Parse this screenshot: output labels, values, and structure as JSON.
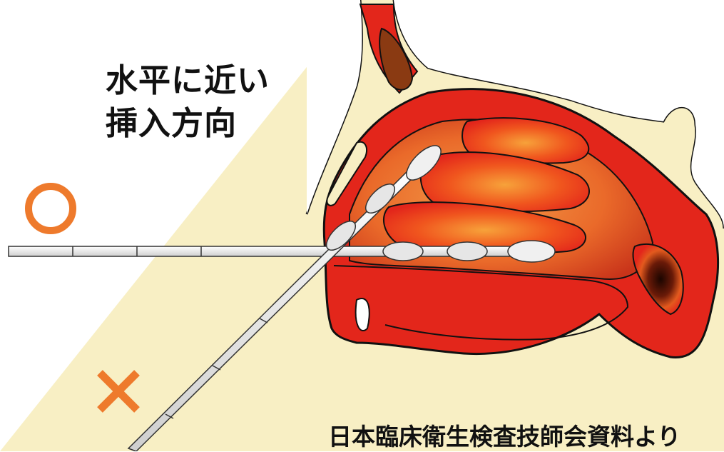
{
  "diagram": {
    "title_line_1": "水平に近い",
    "title_line_2": "挿入方向",
    "source_note": "日本臨床衛生検査技師会資料より",
    "correct_mark_label": "○",
    "incorrect_mark_label": "×",
    "correct_mark_meaning": "",
    "incorrect_mark_meaning": ""
  },
  "colors": {
    "skin": "#f8efc4",
    "skin_outline": "#111111",
    "tissue_red": "#e3261b",
    "cavity_orange": "#ea6a2a",
    "turbinate_red": "#ef3a1e",
    "turbinate_highlight": "#f7a23a",
    "dark_cavity": "#6a1a08",
    "swab_fill": "#e6e6e6",
    "swab_outline": "#333333",
    "mark_orange": "#ee7a2c"
  },
  "icons": {
    "correct": "circle-icon",
    "incorrect": "cross-icon"
  }
}
